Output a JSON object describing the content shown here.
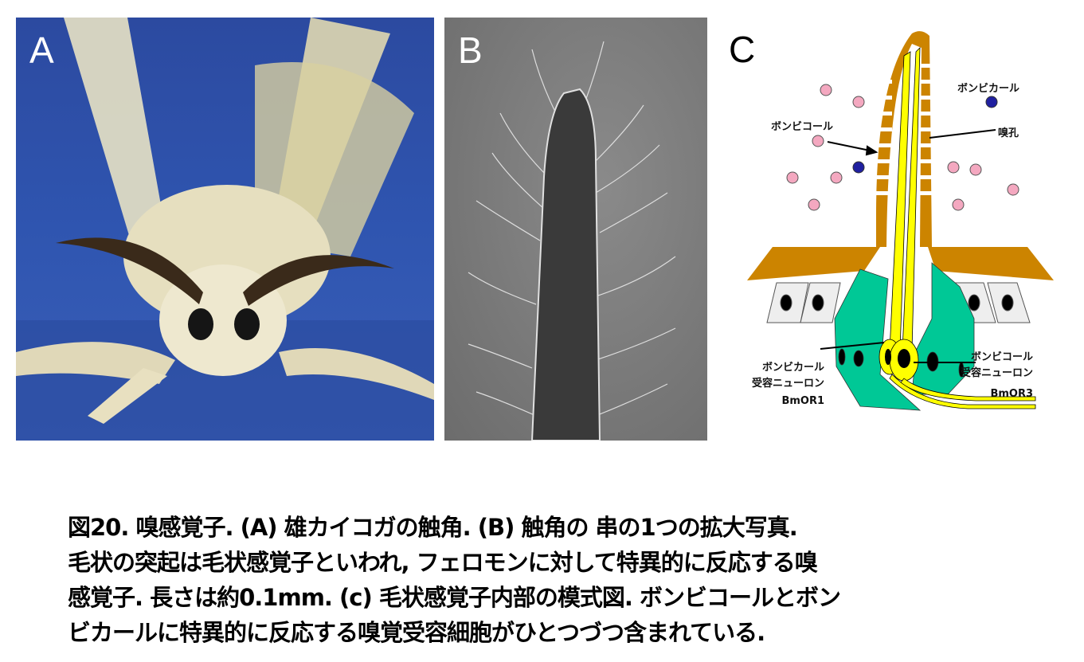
{
  "panels": {
    "a": {
      "label": "A"
    },
    "b": {
      "label": "B"
    },
    "c": {
      "label": "C",
      "bombykal": "ボンビカール",
      "bombykol": "ボンビコール",
      "pore": "嗅孔",
      "left_neuron": [
        "ボンビカール",
        "受容ニューロン",
        "BmOR1"
      ],
      "right_neuron": [
        "ボンビコール",
        "受容ニューロン",
        "BmOR3"
      ]
    }
  },
  "colors": {
    "cuticle": "#cc8400",
    "neuron": "#ffff00",
    "support": "#00c896",
    "bombykol": "#f4a8c0",
    "bombykal": "#2020a0"
  },
  "caption": [
    "図20. 嗅感覚子. (A) 雄カイコガの触角. (B) 触角の 串の1つの拡大写真.",
    "毛状の突起は毛状感覚子といわれ, フェロモンに対して特異的に反応する嗅",
    "感覚子. 長さは約0.1mm. (c) 毛状感覚子内部の模式図. ボンビコールとボン",
    "ビカールに特異的に反応する嗅覚受容細胞がひとつづつ含まれている."
  ]
}
